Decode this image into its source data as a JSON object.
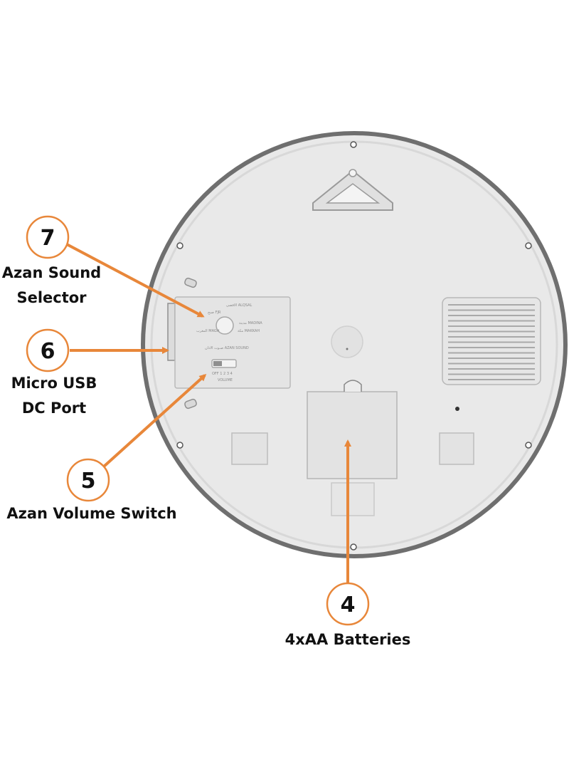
{
  "callouts": [
    {
      "number": "7",
      "label_lines": [
        "Azan Sound",
        "Selector"
      ]
    },
    {
      "number": "6",
      "label_lines": [
        "Micro USB",
        "DC Port"
      ]
    },
    {
      "number": "5",
      "label_lines": [
        "Azan Volume Switch"
      ]
    },
    {
      "number": "4",
      "label_lines": [
        "4xAA Batteries"
      ]
    }
  ],
  "panel": {
    "sound_options": [
      "صبح FJR",
      "الاقصى ALQSAL",
      "مدينة MADINA",
      "مكة MAKKAH",
      "المغرب MAGH"
    ],
    "azan_sound_label": "صـوت الاذان AZAN SOUND",
    "volume_scale": "OFF 1 2 3 4",
    "volume_label": "VOLUME"
  },
  "colors": {
    "accent": "#E8873A",
    "clock_body": "#ececec",
    "rim": "#6f6f6f",
    "circle_fill": "#ffffff"
  }
}
